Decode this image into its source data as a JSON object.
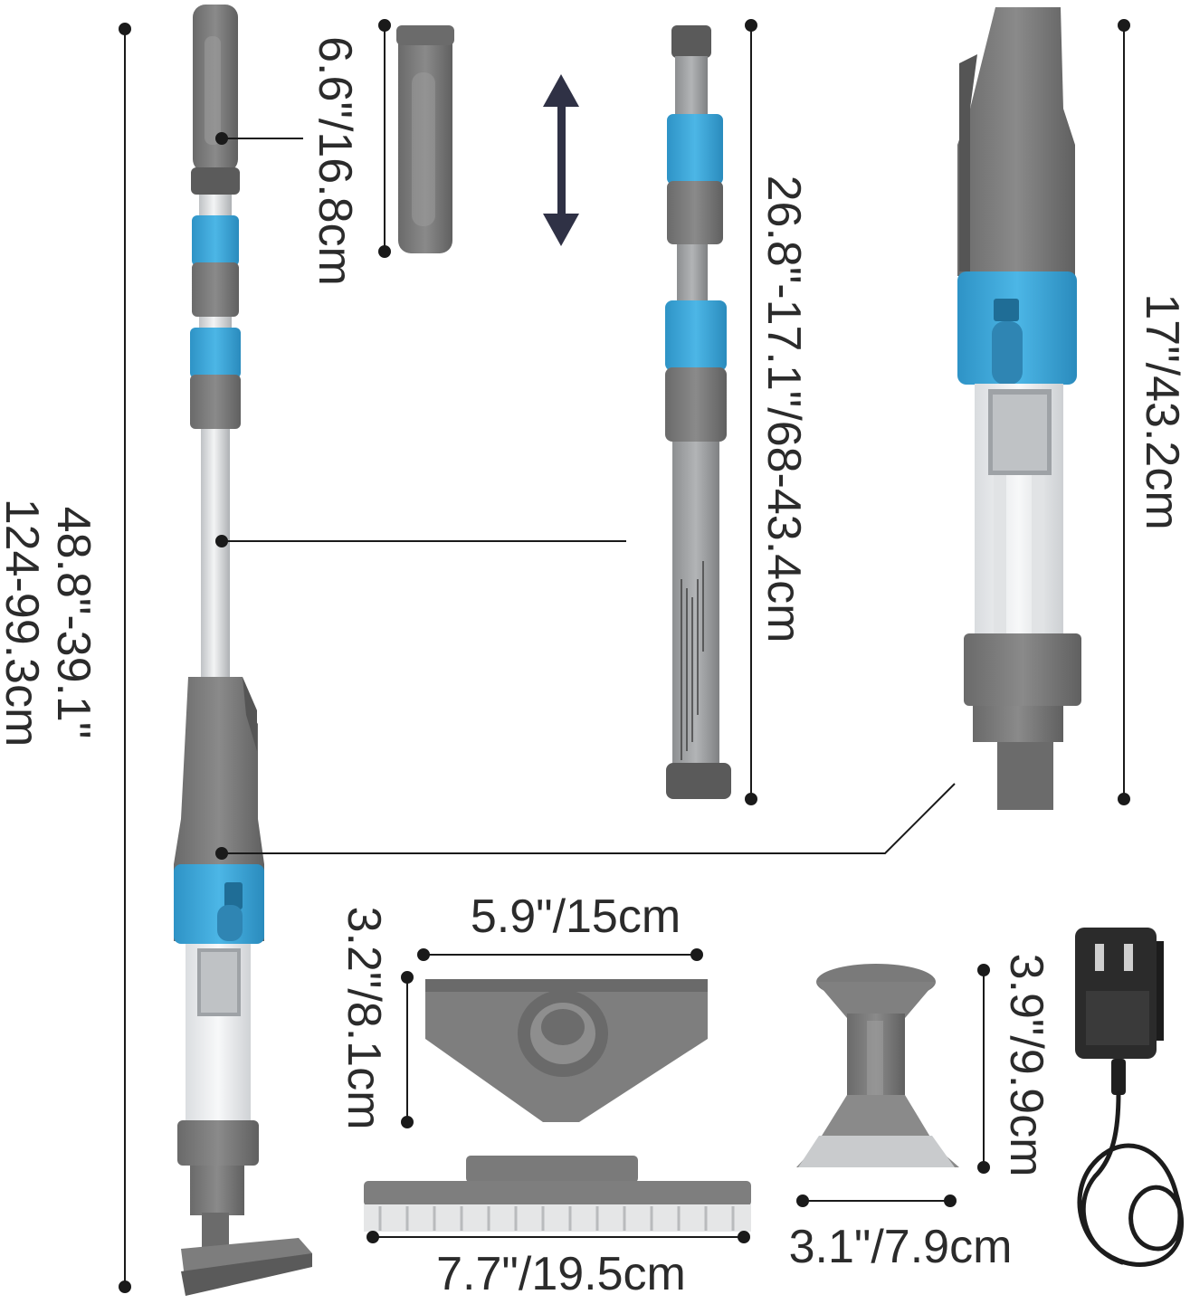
{
  "colors": {
    "body_gray": "#7a7a7a",
    "dark_gray": "#5e5e5e",
    "light_gray": "#9a9a9a",
    "accent_blue": "#3aa6d8",
    "aluminum": "#d6d8da",
    "line": "#1a1a1a",
    "arrow": "#2f3145",
    "text": "#2b2b2b"
  },
  "labels": {
    "total_length_line1": "48.8\"-39.1\"",
    "total_length_line2": "124-99.3cm",
    "handle_length": "6.6\"/16.8cm",
    "pole_length": "26.8\"-17.1\"/68-43.4cm",
    "body_length": "17\"/43.2cm",
    "wide_nozzle_width": "5.9\"/15cm",
    "wide_nozzle_height": "3.2\"/8.1cm",
    "brush_width": "7.7\"/19.5cm",
    "small_nozzle_height": "3.9\"/9.9cm",
    "small_nozzle_width": "3.1\"/7.9cm"
  },
  "icons": {
    "telescopic": "double-arrow-vertical-icon",
    "charger": "charger-plug-icon"
  }
}
